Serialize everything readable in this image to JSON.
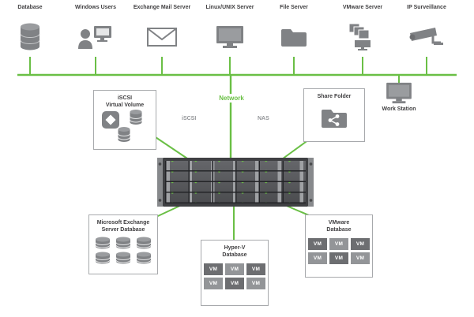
{
  "colors": {
    "green": "#6abf45",
    "gray": "#808285",
    "dark": "#414042",
    "border": "#a7a9ac"
  },
  "top_devices": [
    {
      "label": "Database"
    },
    {
      "label": "Windows Users"
    },
    {
      "label": "Exchange Mail Server"
    },
    {
      "label": "Linux/UNIX Server"
    },
    {
      "label": "File Server"
    },
    {
      "label": "VMware Server"
    },
    {
      "label": "IP Surveillance"
    }
  ],
  "network": {
    "label": "Network"
  },
  "protocol_labels": {
    "iscsi": "iSCSI",
    "nas": "NAS"
  },
  "boxes": {
    "virtual_volume": {
      "title_line1": "iSCSI",
      "title_line2": "Virtual Volume"
    },
    "share_folder": {
      "title": "Share Folder"
    },
    "work_station": {
      "label": "Work Station"
    },
    "exchange_db": {
      "title_line1": "Microsoft Exchange",
      "title_line2": "Server Database"
    },
    "hyperv_db": {
      "title_line1": "Hyper-V",
      "title_line2": "Database",
      "vms": [
        "VM",
        "VM",
        "VM",
        "VM",
        "VM",
        "VM"
      ]
    },
    "vmware_db": {
      "title_line1": "VMware",
      "title_line2": "Database",
      "vms": [
        "VM",
        "VM",
        "VM",
        "VM",
        "VM",
        "VM"
      ]
    }
  }
}
